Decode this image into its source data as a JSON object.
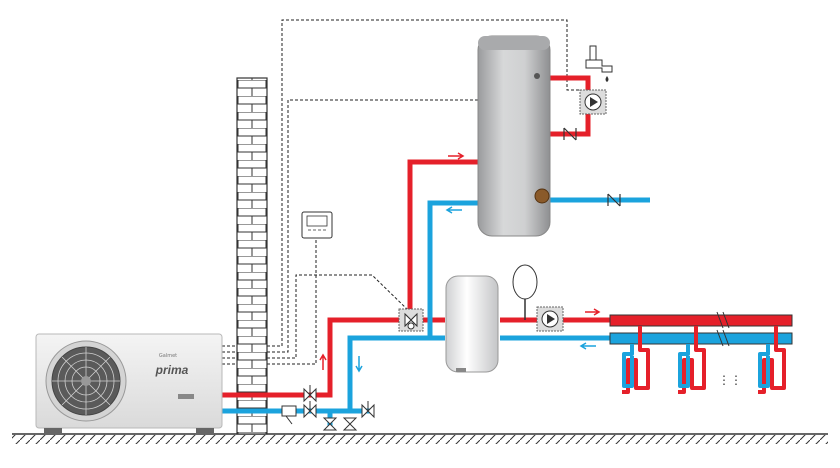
{
  "heat_pump": {
    "brand": "Galmet",
    "model": "prima"
  },
  "colors": {
    "supply": "#e5202a",
    "return": "#1ba3dd",
    "control_line": "#222222",
    "wall_stroke": "#333333",
    "tank_body": "#c9cacb",
    "buffer_body": "#f2f2f2",
    "pump_body": "#dddddd"
  },
  "icons": {
    "pump": "circulation-pump-icon",
    "three_way_valve": "three-way-valve-icon",
    "check_valve": "check-valve-icon",
    "ball_valve": "ball-valve-icon",
    "faucet": "faucet-icon",
    "controller": "room-controller-icon",
    "expansion_vessel": "expansion-vessel-icon",
    "fan": "fan-icon",
    "ground": "ground-hatch-icon"
  },
  "floor_heating": {
    "loops_visible": 3,
    "ellipsis": "⋮⋮"
  }
}
